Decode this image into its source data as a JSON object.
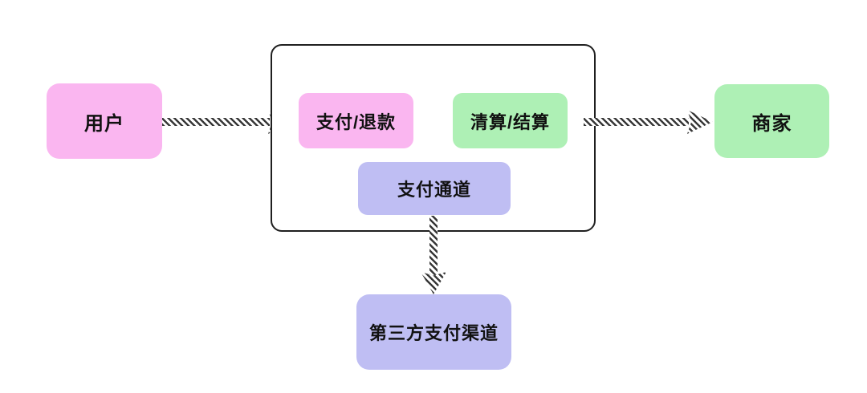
{
  "diagram": {
    "title": "third-party-payment-flow",
    "nodes": {
      "user": {
        "label": "用户",
        "color": "#fab6f0",
        "shape": "rounded-rect"
      },
      "payment_refund": {
        "label": "支付/退款",
        "color": "#fab6f0",
        "shape": "rounded-rect"
      },
      "clearing_settlement": {
        "label": "清算/结算",
        "color": "#aef0b5",
        "shape": "rounded-rect"
      },
      "payment_channel": {
        "label": "支付通道",
        "color": "#bfbef3",
        "shape": "rounded-rect"
      },
      "merchant": {
        "label": "商家",
        "color": "#aef0b5",
        "shape": "rounded-rect"
      },
      "third_party_channel": {
        "label": "第三方支付渠道",
        "color": "#bfbef3",
        "shape": "rounded-rect"
      }
    },
    "group": {
      "contains": [
        "payment_refund",
        "clearing_settlement",
        "payment_channel"
      ],
      "border_color": "#1f1f1f",
      "background": "#ffffff"
    },
    "edges": [
      {
        "from": "user",
        "to": "payment_refund",
        "direction": "right",
        "style": "hatched"
      },
      {
        "from": "clearing_settlement",
        "to": "merchant",
        "direction": "right",
        "style": "hatched"
      },
      {
        "from": "payment_channel",
        "to": "third_party_channel",
        "direction": "down",
        "style": "hatched"
      }
    ],
    "edge_stripe_color": "#383838",
    "background": "#ffffff"
  }
}
